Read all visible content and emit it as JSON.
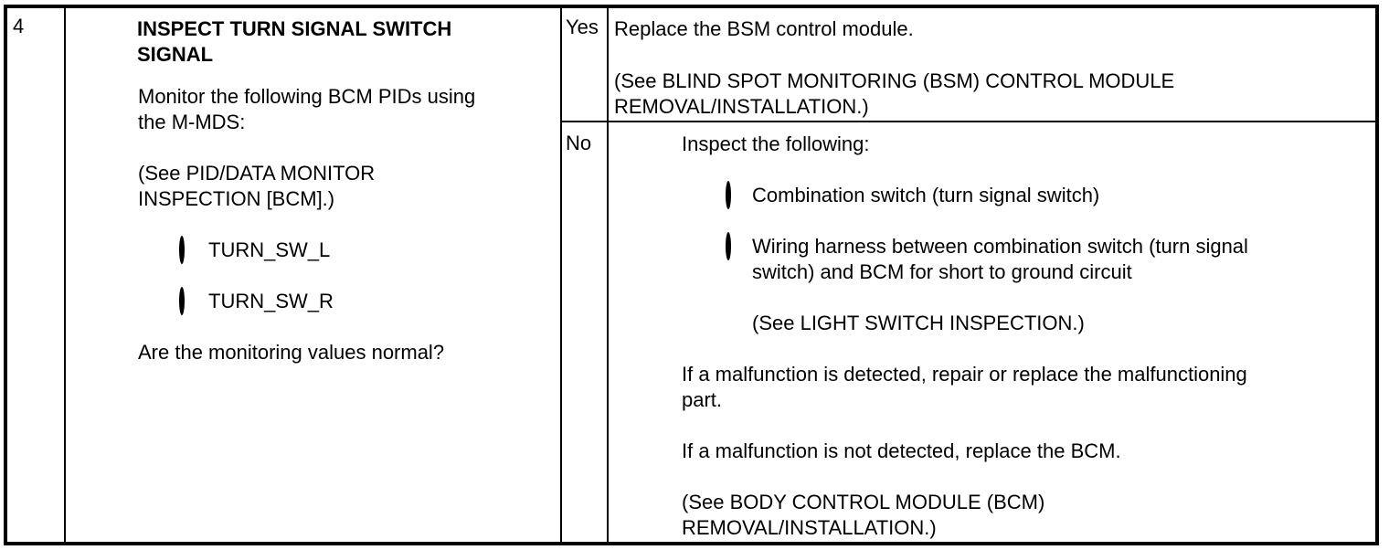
{
  "colors": {
    "background": "#ffffff",
    "border": "#000000",
    "text": "#000000"
  },
  "step": {
    "number": "4"
  },
  "inspection": {
    "heading": "INSPECT TURN SIGNAL SWITCH\nSIGNAL",
    "monitor_bullet": "Monitor the following BCM PIDs using\nthe M-MDS:",
    "see_pid_ref": "(See PID/DATA MONITOR\nINSPECTION [BCM].)",
    "pid_left": "TURN_SW_L",
    "pid_right": "TURN_SW_R",
    "question_bullet": "Are the monitoring values normal?"
  },
  "yes_row": {
    "label": "Yes",
    "action": "Replace the BSM control module.",
    "see_ref": "(See BLIND SPOT MONITORING (BSM) CONTROL MODULE\nREMOVAL/INSTALLATION.)"
  },
  "no_row": {
    "label": "No",
    "inspect_bullet": "Inspect the following:",
    "check_combination": "Combination switch (turn signal switch)",
    "check_wiring": "Wiring harness between combination switch (turn signal\nswitch) and BCM for short to ground circuit",
    "see_light_ref": "(See LIGHT SWITCH INSPECTION.)",
    "detected_bullet": "If a malfunction is detected, repair or replace the malfunctioning\npart.",
    "not_detected_bullet": "If a malfunction is not detected, replace the BCM.",
    "see_bcm_ref": "(See BODY CONTROL MODULE (BCM)\nREMOVAL/INSTALLATION.)"
  }
}
